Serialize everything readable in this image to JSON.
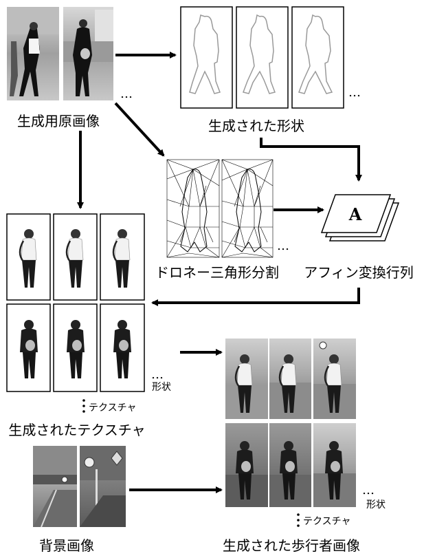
{
  "labels": {
    "source_images": "生成用原画像",
    "generated_shapes": "生成された形状",
    "delaunay": "ドロネー三角形分割",
    "affine": "アフィン変換行列",
    "affine_letter": "A",
    "generated_textures": "生成されたテクスチャ",
    "texture_small": "テクスチャ",
    "shape_small": "形状",
    "background": "背景画像",
    "generated_pedestrians": "生成された歩行者画像",
    "pedestrian_texture_small": "テクスチャ",
    "pedestrian_shape_small": "形状",
    "ellipsis": "…"
  }
}
